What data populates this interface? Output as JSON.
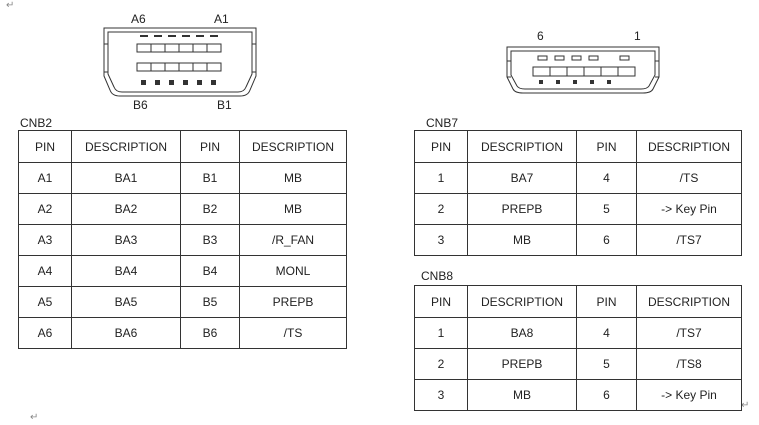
{
  "connectors": {
    "left": {
      "top_left": "A6",
      "top_right": "A1",
      "bottom_left": "B6",
      "bottom_right": "B1"
    },
    "right": {
      "top_left": "6",
      "top_right": "1"
    }
  },
  "tables": {
    "cnb2": {
      "title": "CNB2",
      "headers": [
        "PIN",
        "DESCRIPTION",
        "PIN",
        "DESCRIPTION"
      ],
      "rows": [
        [
          "A1",
          "BA1",
          "B1",
          "MB"
        ],
        [
          "A2",
          "BA2",
          "B2",
          "MB"
        ],
        [
          "A3",
          "BA3",
          "B3",
          "/R_FAN"
        ],
        [
          "A4",
          "BA4",
          "B4",
          "MONL"
        ],
        [
          "A5",
          "BA5",
          "B5",
          "PREPB"
        ],
        [
          "A6",
          "BA6",
          "B6",
          "/TS"
        ]
      ]
    },
    "cnb7": {
      "title": "CNB7",
      "headers": [
        "PIN",
        "DESCRIPTION",
        "PIN",
        "DESCRIPTION"
      ],
      "rows": [
        [
          "1",
          "BA7",
          "4",
          "/TS"
        ],
        [
          "2",
          "PREPB",
          "5",
          "-> Key Pin"
        ],
        [
          "3",
          "MB",
          "6",
          "/TS7"
        ]
      ]
    },
    "cnb8": {
      "title": "CNB8",
      "headers": [
        "PIN",
        "DESCRIPTION",
        "PIN",
        "DESCRIPTION"
      ],
      "rows": [
        [
          "1",
          "BA8",
          "4",
          "/TS7"
        ],
        [
          "2",
          "PREPB",
          "5",
          "/TS8"
        ],
        [
          "3",
          "MB",
          "6",
          "-> Key Pin"
        ]
      ]
    }
  },
  "marks": {
    "paragraph_mark": "↵"
  }
}
